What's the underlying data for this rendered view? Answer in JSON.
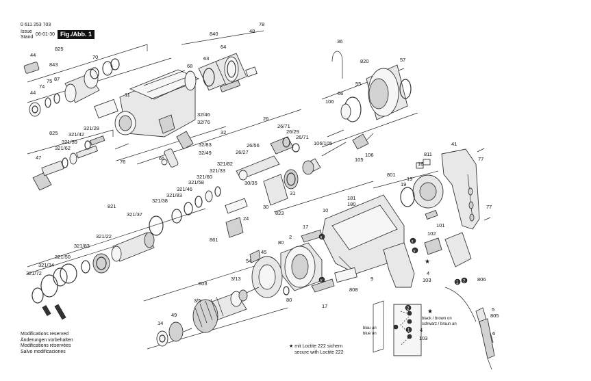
{
  "header": {
    "doc_number": "0 611 253 703",
    "issue_label": "Issue",
    "stand_label": "Stand",
    "issue_date": "06-01-30",
    "figure_label": "Fig./Abb. 1"
  },
  "modifications": [
    "Modifications reserved",
    "Änderungen vorbehalten",
    "Modifications réservées",
    "Salvo modificaciones"
  ],
  "loctite_note": {
    "star": "★",
    "line1": "mit Loctite 222 sichern",
    "line2": "secure with Loctite 222"
  },
  "wiring": {
    "black_brown": "black / brown on",
    "schwarz_braun": "schwarz / braun an",
    "blau_an": "blau an",
    "blue_on": "blue on"
  },
  "callouts": {
    "p44": "44",
    "p825a": "825",
    "p843": "843",
    "p70": "70",
    "p75": "75",
    "p74": "74",
    "p87": "87",
    "p44b": "44",
    "p11": "11",
    "p840": "840",
    "p48": "48",
    "p78": "78",
    "p68": "68",
    "p63": "63",
    "p64": "64",
    "p32_46": "32/46",
    "p32_76": "32/76",
    "p32": "32",
    "p32_83": "32/83",
    "p32_49": "32/49",
    "p65": "65",
    "p76": "76",
    "p825b": "825",
    "p321_28": "321/28",
    "p321_42": "321/42",
    "p321_59": "321/59",
    "p321_62": "321/62",
    "p47": "47",
    "p36": "36",
    "p820": "820",
    "p57": "57",
    "p66": "66",
    "p55": "55",
    "p106a": "106",
    "p26": "26",
    "p26_71a": "26/71",
    "p26_29": "26/29",
    "p26_71b": "26/71",
    "p26_56": "26/56",
    "p26_27": "26/27",
    "p106_105": "106/105",
    "p105": "105",
    "p106b": "106",
    "p811": "811",
    "p41": "41",
    "p77a": "77",
    "p16": "16",
    "p801": "801",
    "p19a": "19",
    "p19b": "19",
    "p77b": "77",
    "p321_82": "321/82",
    "p321_33": "321/33",
    "p321_60": "321/60",
    "p321_58": "321/58",
    "p321_46": "321/46",
    "p321_83": "321/83",
    "p321_38": "321/38",
    "p821": "821",
    "p321_37": "321/37",
    "p30_35": "30/35",
    "p31": "31",
    "p30": "30",
    "p24": "24",
    "p823": "823",
    "p861": "861",
    "p10": "10",
    "p181": "181",
    "p180": "180",
    "p101": "101",
    "p102": "102",
    "p321_22": "321/22",
    "p321_83b": "321/83",
    "p321_50": "321/50",
    "p321_34": "321/34",
    "p321_72": "321/72",
    "p17a": "17",
    "p80a": "80",
    "p2": "2",
    "p54": "54",
    "p45": "45",
    "p9": "9",
    "p808": "808",
    "p17b": "17",
    "p103a": "103",
    "p4a": "4",
    "p806": "806",
    "p803": "803",
    "p3_13": "3/13",
    "p3_5": "3/5",
    "p80b": "80",
    "p49": "49",
    "p14": "14",
    "p1": "1",
    "p2b": "2",
    "p4b": "4",
    "p103b": "103",
    "p5_805": "5\n805",
    "p5": "5",
    "p805": "805",
    "p6": "6"
  },
  "markers": {
    "x": "x",
    "y": "y",
    "star": "★"
  }
}
